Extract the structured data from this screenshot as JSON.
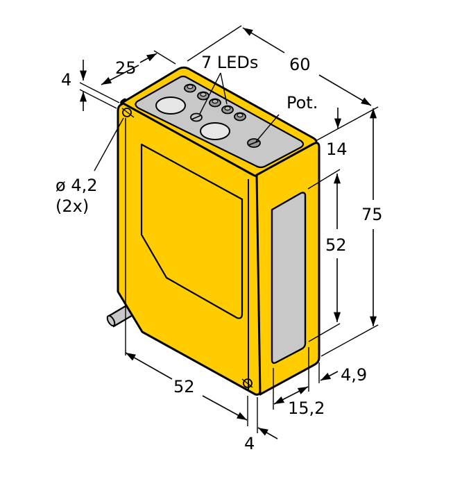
{
  "drawing": {
    "title": "Sensor housing dimensional drawing",
    "colors": {
      "housing": "#FFCC00",
      "panel": "#C8C8C8",
      "lens": "#E6E6E6",
      "outline": "#000000",
      "background": "#FFFFFF"
    },
    "units": "mm"
  },
  "labels": {
    "leds": "7 LEDs",
    "pot": "Pot.",
    "hole_diameter": "ø 4,2",
    "hole_count": "(2x)"
  },
  "dimensions": {
    "width_top": "60",
    "depth_top": "25",
    "edge_offset_top": "4",
    "height_total": "75",
    "window_offset": "14",
    "window_height": "52",
    "width_bottom": "52",
    "edge_offset_bottom": "4",
    "window_width": "15,2",
    "window_edge": "4,9"
  }
}
